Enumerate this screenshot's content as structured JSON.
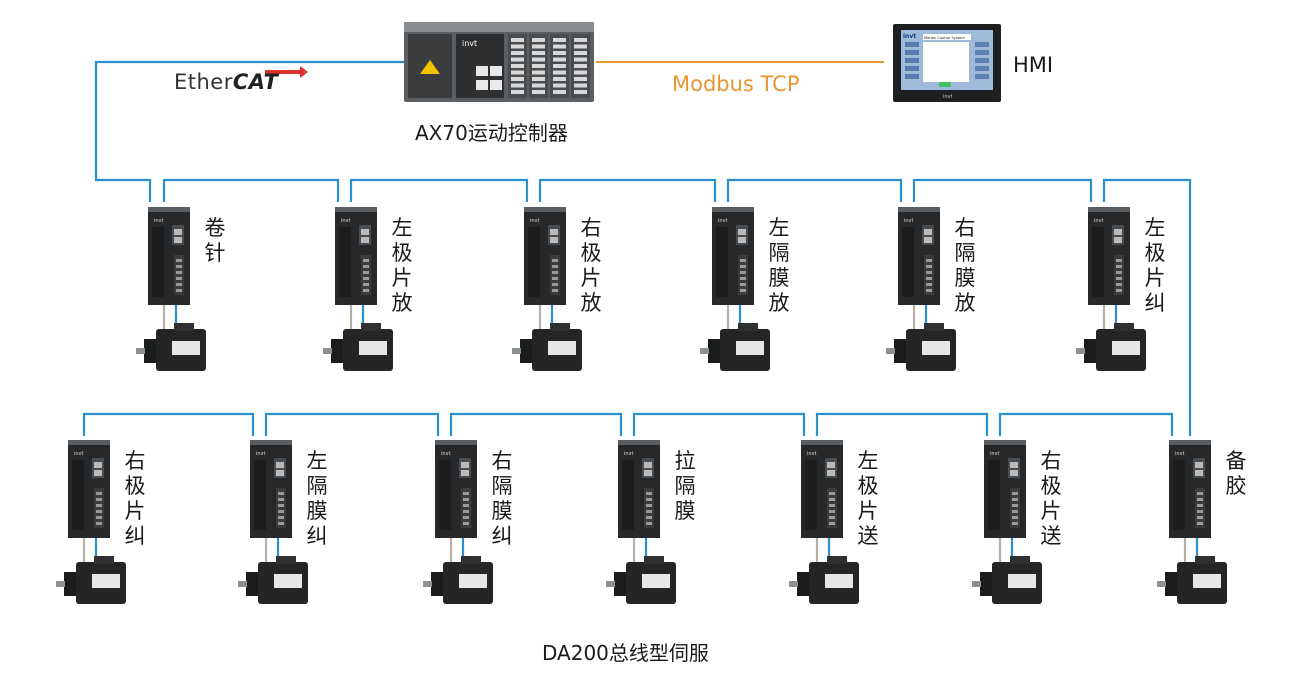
{
  "ethercat": {
    "text_main": "Ether",
    "text_bold": "CAT"
  },
  "controller": {
    "label": "AX70运动控制器",
    "brand": "invt"
  },
  "link": {
    "label": "Modbus TCP"
  },
  "hmi": {
    "label": "HMI",
    "screen_title": "Motion Control System",
    "brand": "invt"
  },
  "servo_brand": "invt",
  "servos_row1": [
    {
      "label": "卷针"
    },
    {
      "label": "左极片放"
    },
    {
      "label": "右极片放"
    },
    {
      "label": "左隔膜放"
    },
    {
      "label": "右隔膜放"
    },
    {
      "label": "左极片纠"
    }
  ],
  "servos_row2": [
    {
      "label": "右极片纠"
    },
    {
      "label": "左隔膜纠"
    },
    {
      "label": "右隔膜纠"
    },
    {
      "label": "拉隔膜"
    },
    {
      "label": "左极片送"
    },
    {
      "label": "右极片送"
    },
    {
      "label": "备胶"
    }
  ],
  "footer": {
    "label": "DA200总线型伺服"
  },
  "colors": {
    "ethercat_line": "#2b8fd0",
    "modbus_line": "#e8962e",
    "modbus_text": "#e8962e",
    "ethercat_arrow": "#d9362b"
  }
}
